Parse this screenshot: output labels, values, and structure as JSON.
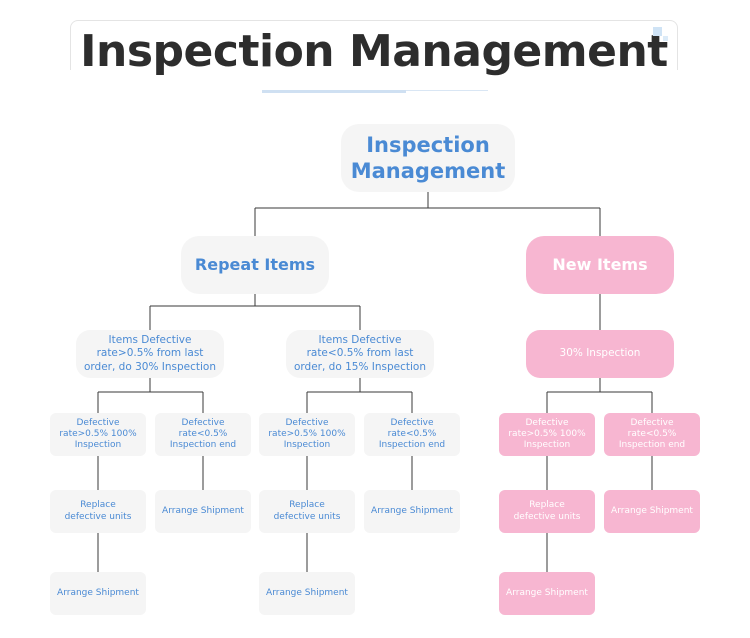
{
  "header": {
    "title": "Inspection Management"
  },
  "diagram": {
    "root": "Inspection Management",
    "repeat": {
      "label": "Repeat Items",
      "high": {
        "condition": "Items Defective rate>0.5% from last order, do 30% Inspection",
        "above": "Defective rate>0.5% 100% Inspection",
        "below": "Defective rate<0.5% Inspection end",
        "replace": "Replace defective units",
        "ship_left": "Arrange Shipment",
        "ship_right": "Arrange Shipment"
      },
      "low": {
        "condition": "Items Defective rate<0.5% from last order, do 15% Inspection",
        "above": "Defective rate>0.5% 100% Inspection",
        "below": "Defective rate<0.5% Inspection end",
        "replace": "Replace defective units",
        "ship_left": "Arrange Shipment",
        "ship_right": "Arrange Shipment"
      }
    },
    "new": {
      "label": "New Items",
      "inspection": "30% Inspection",
      "above": "Defective rate>0.5% 100% Inspection",
      "below": "Defective rate<0.5% Inspection end",
      "replace": "Replace defective units",
      "ship_left": "Arrange Shipment",
      "ship_right": "Arrange Shipment"
    }
  },
  "colors": {
    "grey_box": "#f5f5f5",
    "grey_text": "#4a8ad4",
    "pink_box": "#f7b6d1",
    "pink_text": "#ffffff",
    "connector": "#3a3a3a",
    "title_text": "#2d2d2d"
  }
}
